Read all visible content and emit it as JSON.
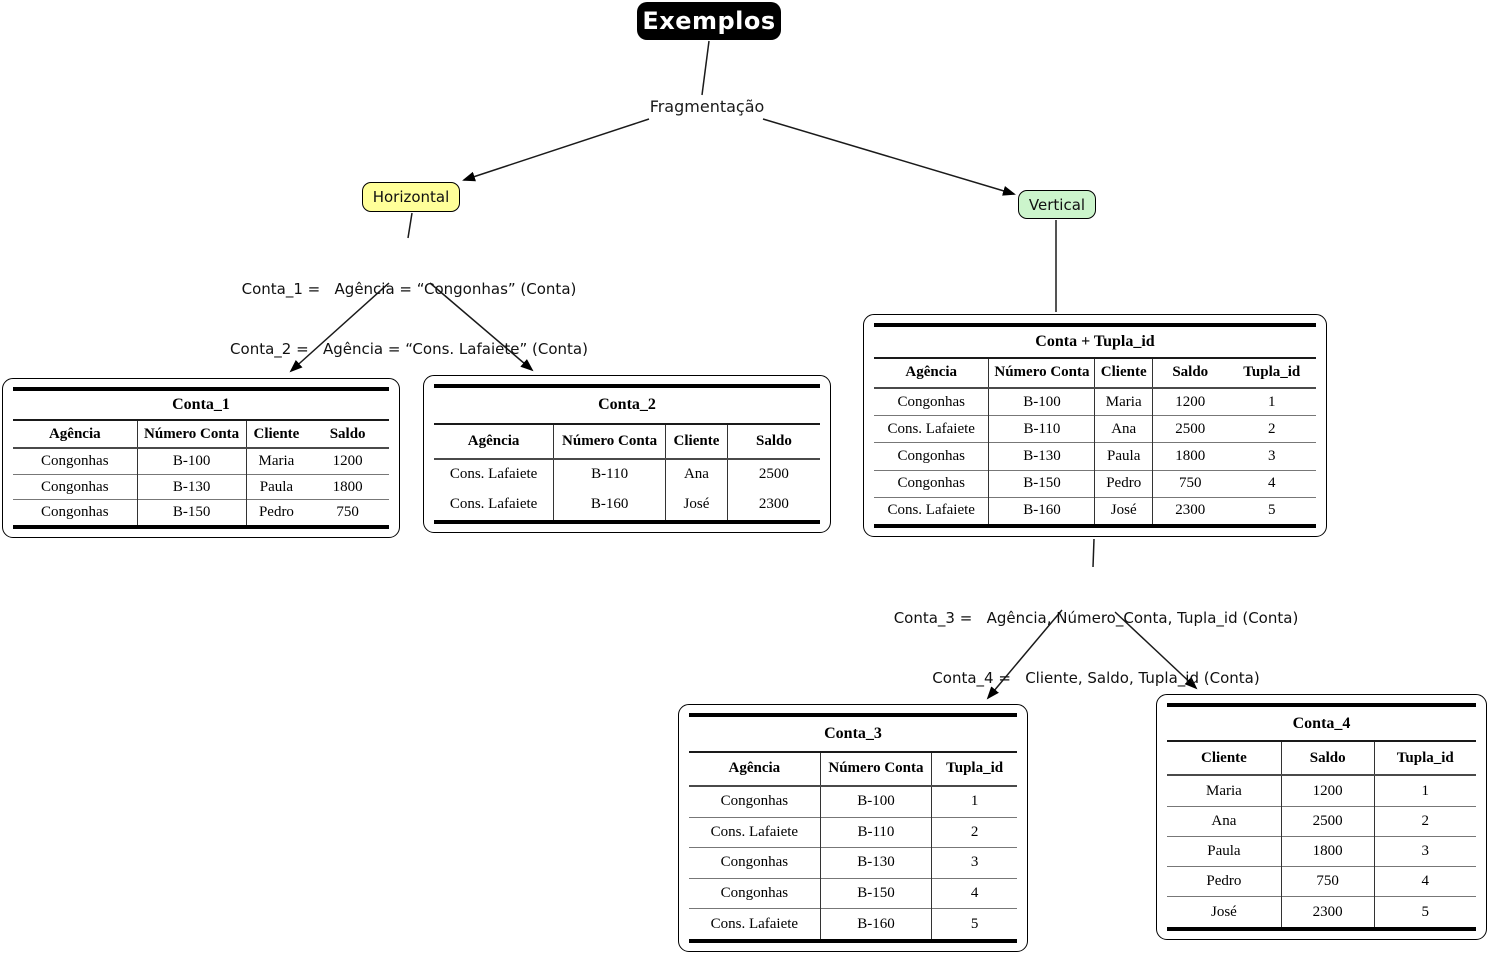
{
  "diagram": {
    "title": "Exemplos",
    "root_label": "Fragmentação",
    "branches": {
      "horizontal": {
        "label": "Horizontal",
        "color": "#ffff99"
      },
      "vertical": {
        "label": "Vertical",
        "color": "#ccf5cc"
      }
    },
    "horizontal_rules": [
      "Conta_1 =   Agência = “Congonhas” (Conta)",
      "Conta_2 =   Agência = “Cons. Lafaiete” (Conta)"
    ],
    "vertical_rules": [
      "Conta_3 =   Agência, Número_Conta, Tupla_id (Conta)",
      "Conta_4 =   Cliente, Saldo, Tupla_id (Conta)"
    ]
  },
  "tables": [
    {
      "id": "conta_1",
      "title": "Conta_1",
      "headers": [
        "Agência",
        "Número Conta",
        "Cliente",
        "Saldo"
      ],
      "rows": [
        [
          "Congonhas",
          "B-100",
          "Maria",
          "1200"
        ],
        [
          "Congonhas",
          "B-130",
          "Paula",
          "1800"
        ],
        [
          "Congonhas",
          "B-150",
          "Pedro",
          "750"
        ]
      ],
      "col_widths_pct": [
        33,
        29,
        16,
        22
      ],
      "col_dividers": [
        false,
        true,
        true,
        false
      ],
      "row_dividers": true
    },
    {
      "id": "conta_2",
      "title": "Conta_2",
      "headers": [
        "Agência",
        "Número Conta",
        "Cliente",
        "Saldo"
      ],
      "rows": [
        [
          "Cons. Lafaiete",
          "B-110",
          "Ana",
          "2500"
        ],
        [
          "Cons. Lafaiete",
          "B-160",
          "José",
          "2300"
        ]
      ],
      "col_widths_pct": [
        31,
        29,
        16,
        24
      ],
      "col_dividers": [
        false,
        true,
        true,
        true
      ],
      "row_dividers": false
    },
    {
      "id": "conta_t",
      "title": "Conta + Tupla_id",
      "headers": [
        "Agência",
        "Número Conta",
        "Cliente",
        "Saldo",
        "Tupla_id"
      ],
      "rows": [
        [
          "Congonhas",
          "B-100",
          "Maria",
          "1200",
          "1"
        ],
        [
          "Cons. Lafaiete",
          "B-110",
          "Ana",
          "2500",
          "2"
        ],
        [
          "Congonhas",
          "B-130",
          "Paula",
          "1800",
          "3"
        ],
        [
          "Congonhas",
          "B-150",
          "Pedro",
          "750",
          "4"
        ],
        [
          "Cons. Lafaiete",
          "B-160",
          "José",
          "2300",
          "5"
        ]
      ],
      "col_widths_pct": [
        26,
        24,
        13,
        17,
        20
      ],
      "col_dividers": [
        false,
        true,
        true,
        true,
        false
      ],
      "row_dividers": true
    },
    {
      "id": "conta_3",
      "title": "Conta_3",
      "headers": [
        "Agência",
        "Número Conta",
        "Tupla_id"
      ],
      "rows": [
        [
          "Congonhas",
          "B-100",
          "1"
        ],
        [
          "Cons. Lafaiete",
          "B-110",
          "2"
        ],
        [
          "Congonhas",
          "B-130",
          "3"
        ],
        [
          "Congonhas",
          "B-150",
          "4"
        ],
        [
          "Cons. Lafaiete",
          "B-160",
          "5"
        ]
      ],
      "col_widths_pct": [
        40,
        34,
        26
      ],
      "col_dividers": [
        false,
        true,
        true
      ],
      "row_dividers": true
    },
    {
      "id": "conta_4",
      "title": "Conta_4",
      "headers": [
        "Cliente",
        "Saldo",
        "Tupla_id"
      ],
      "rows": [
        [
          "Maria",
          "1200",
          "1"
        ],
        [
          "Ana",
          "2500",
          "2"
        ],
        [
          "Paula",
          "1800",
          "3"
        ],
        [
          "Pedro",
          "750",
          "4"
        ],
        [
          "José",
          "2300",
          "5"
        ]
      ],
      "col_widths_pct": [
        37,
        30,
        33
      ],
      "col_dividers": [
        false,
        true,
        true
      ],
      "row_dividers": true
    }
  ]
}
